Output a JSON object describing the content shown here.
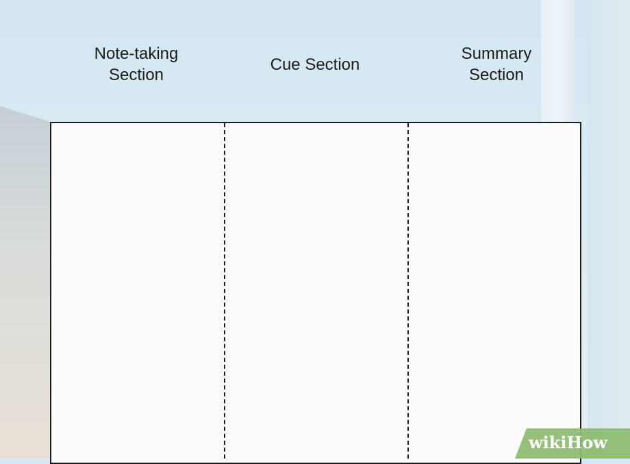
{
  "labels": {
    "note_taking": "Note-taking\nSection",
    "cue": "Cue Section",
    "summary": "Summary\nSection"
  },
  "watermark": {
    "text": "wikiHow"
  },
  "colors": {
    "background": "#d7e8f2",
    "paper": "#fbfbfb",
    "lines": "#1d1d1d",
    "watermark": "#8dbb6e"
  }
}
